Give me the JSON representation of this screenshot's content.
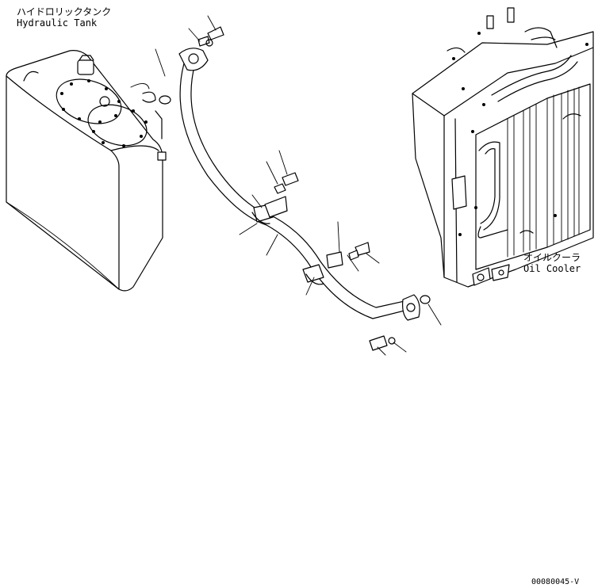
{
  "labels": {
    "tank_jp": "ハイドロリックタンク",
    "tank_en": "Hydraulic Tank",
    "cooler_jp": "オイルクーラ",
    "cooler_en": "Oil Cooler"
  },
  "drawing_number": "00080045-V"
}
